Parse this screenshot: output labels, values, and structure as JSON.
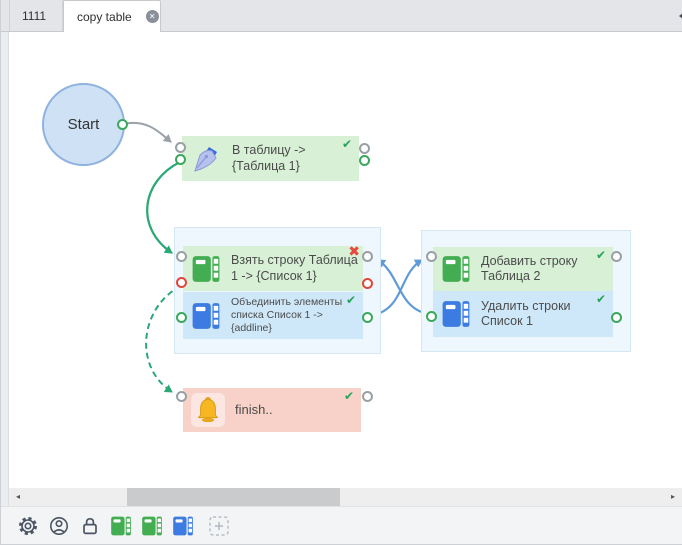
{
  "tab_bar": {
    "tabs": [
      {
        "label": "1111",
        "active": false
      },
      {
        "label": "copy table",
        "active": true,
        "closable": true
      }
    ],
    "close_glyph": "✕"
  },
  "canvas": {
    "start": {
      "label": "Start"
    },
    "to_table": {
      "label": "В таблицу -> {Таблица 1}",
      "status": "success",
      "mark": "✔"
    },
    "take_row": {
      "label": "Взять строку Таблица 1 -> {Список 1}",
      "status": "error",
      "mark": "✖"
    },
    "join_list": {
      "label": "Объединить элементы списка Список 1 -> {addline}",
      "status": "success",
      "mark": "✔"
    },
    "add_row": {
      "label": "Добавить строку Таблица 2",
      "status": "success",
      "mark": "✔"
    },
    "delete_rows": {
      "label": "Удалить строки Список 1",
      "status": "success",
      "mark": "✔"
    },
    "finish": {
      "label": "finish..",
      "status": "success",
      "mark": "✔"
    },
    "connections": [
      {
        "from": "start",
        "to": "to_table",
        "style": "solid-gray"
      },
      {
        "from": "to_table",
        "to": "take_row",
        "style": "solid-teal"
      },
      {
        "from": "take_row",
        "to": "finish",
        "style": "dashed-teal"
      },
      {
        "from": "join_list",
        "to": "add_row",
        "style": "solid-blue"
      },
      {
        "from": "delete_rows",
        "to": "take_row",
        "style": "solid-blue"
      }
    ]
  },
  "scrollbar": {
    "left_glyph": "◂",
    "right_glyph": "▸"
  },
  "toolbar": {
    "icons": [
      "settings-icon",
      "user-icon",
      "lock-icon",
      "table-green-icon",
      "table-green-icon",
      "table-blue-icon",
      "add-node-icon"
    ]
  },
  "colors": {
    "node_green": "#d8f0d6",
    "node_blue": "#cfe8f9",
    "node_red": "#f8d2c9",
    "group_bg": "#eef7fd",
    "wire_teal": "#2aa876",
    "wire_blue": "#5f9bd8",
    "wire_gray": "#9aa1a8",
    "success": "#27a35a",
    "error": "#e8473c",
    "icon_green": "#43ad52",
    "icon_blue": "#3c7ce2",
    "bell_amber": "#f3ad1d"
  }
}
